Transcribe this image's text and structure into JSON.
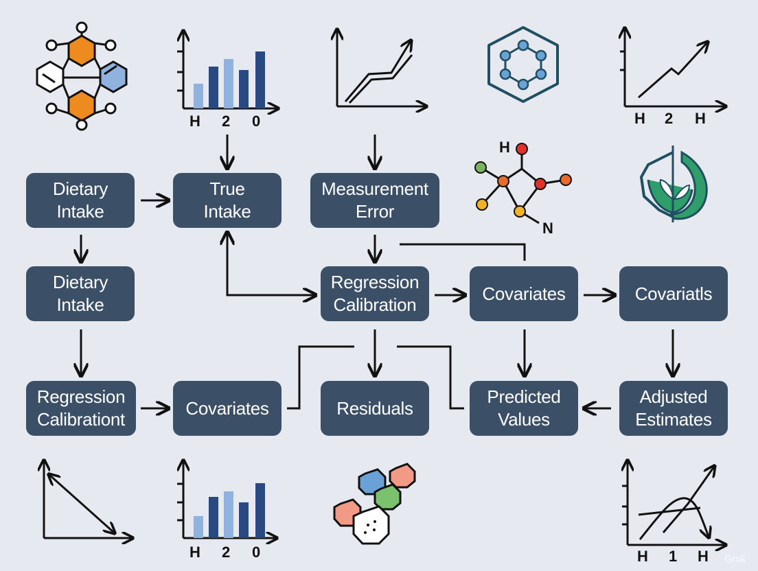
{
  "nodes": {
    "dietary_intake_1": "Dietary\nIntake",
    "true_intake": "True\nIntake",
    "measurement_error": "Measurement\nError",
    "dietary_intake_2": "Dietary\nIntake",
    "regression_calibration": "Regression\nCalibration",
    "covariates_1": "Covariates",
    "covariatls": "Covariatls",
    "regression_calibrationt": "Regression\nCalibrationt",
    "covariates_2": "Covariates",
    "residuals": "Residuals",
    "predicted_values": "Predicted\nValues",
    "adjusted_estimates": "Adjusted\nEstimates"
  },
  "icon_labels": {
    "bar_chart_top": [
      "H",
      "2",
      "0"
    ],
    "line_chart_top_right": [
      "H",
      "2",
      "H"
    ],
    "molecule_labels": [
      "H",
      "N"
    ],
    "bar_chart_bottom": [
      "H",
      "2",
      "0"
    ],
    "line_chart_bottom_right": [
      "H",
      "1",
      "H"
    ]
  },
  "watermark": "Grok",
  "colors": {
    "background": "#e6eaf0",
    "node_fill": "#3b4f66",
    "node_text": "#ffffff",
    "arrow": "#111111",
    "orange": "#ee8b1f",
    "blue_dark": "#284a80",
    "blue_light": "#8fb2de",
    "teal": "#1f4f60",
    "green": "#2f9e6b",
    "red": "#e0312c"
  }
}
